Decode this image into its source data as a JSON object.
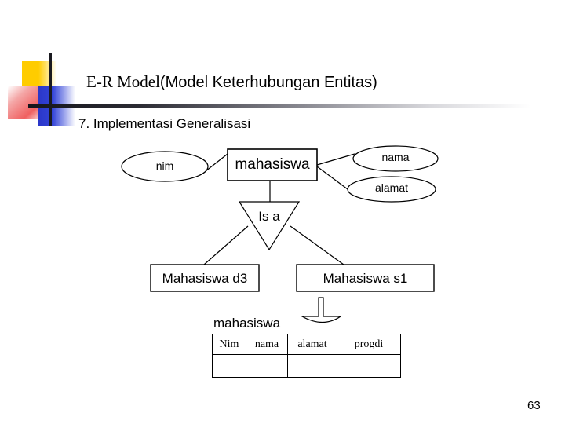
{
  "slide": {
    "title_serif": "E-R Model",
    "title_sans": "(Model Keterhubungan Entitas)",
    "subtitle": "7. Implementasi Generalisasi",
    "page_number": "63",
    "accent_colors": {
      "yellow": "#FFCC00",
      "red": "#F06060",
      "blue": "#2A36C8",
      "rule": "#15151c",
      "ink": "#000000"
    }
  },
  "er_diagram": {
    "entity": {
      "label": "mahasiswa"
    },
    "attributes": [
      {
        "label": "nim"
      },
      {
        "label": "nama"
      },
      {
        "label": "alamat"
      }
    ],
    "relationship": {
      "label": "Is a"
    },
    "subclasses": [
      {
        "label": "Mahasiswa d3"
      },
      {
        "label": "Mahasiswa s1"
      }
    ]
  },
  "relation_table": {
    "caption": "mahasiswa",
    "columns": [
      "Nim",
      "nama",
      "alamat",
      "progdi"
    ],
    "rows": [
      [
        "",
        "",
        "",
        ""
      ]
    ]
  }
}
